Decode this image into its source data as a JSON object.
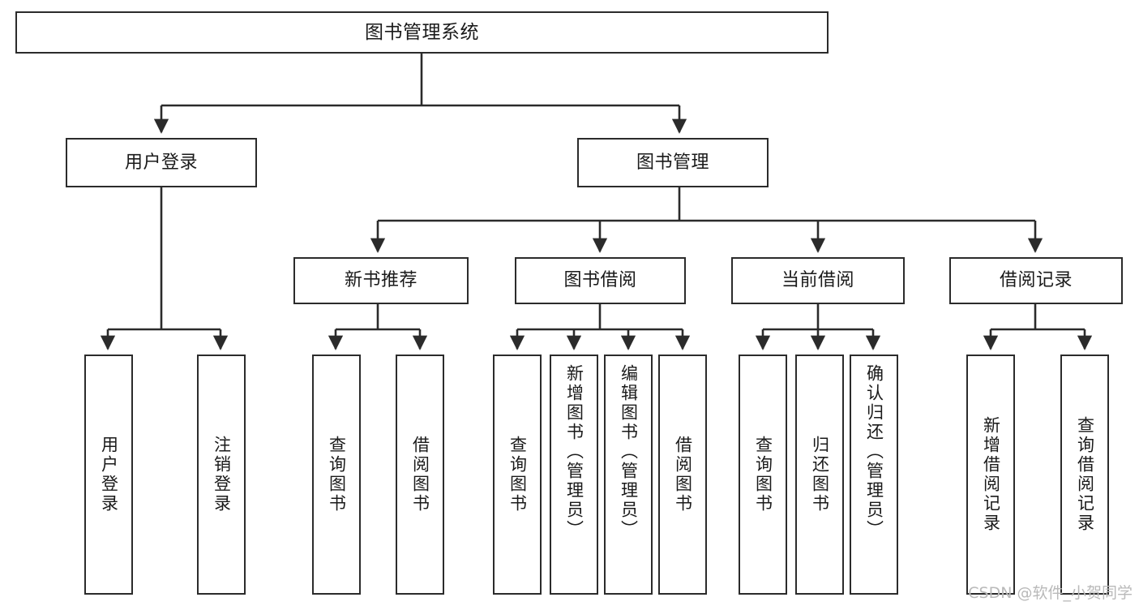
{
  "diagram": {
    "title": "图书管理系统",
    "type": "tree-hierarchy",
    "orientation": "top-down",
    "line_color": "#2b2b2b",
    "box_fill": "#ffffff",
    "text_color": "#1a1a1a"
  },
  "watermark": {
    "text": "CSDN @软件_小贺同学",
    "color": "#b9b9b9"
  },
  "nodes": {
    "root": {
      "label": "图书管理系统"
    },
    "level2": [
      {
        "label": "用户登录"
      },
      {
        "label": "图书管理"
      }
    ],
    "level3": [
      {
        "label": "新书推荐"
      },
      {
        "label": "图书借阅"
      },
      {
        "label": "当前借阅"
      },
      {
        "label": "借阅记录"
      }
    ],
    "leaves": {
      "user_login": [
        {
          "label": "用户登录"
        },
        {
          "label": "注销登录"
        }
      ],
      "new_book": [
        {
          "label": "查询图书"
        },
        {
          "label": "借阅图书"
        }
      ],
      "book_borrow": [
        {
          "label": "查询图书"
        },
        {
          "label": "新增图书（管理员）"
        },
        {
          "label": "编辑图书（管理员）"
        },
        {
          "label": "借阅图书"
        }
      ],
      "current_borrow": [
        {
          "label": "查询图书"
        },
        {
          "label": "归还图书"
        },
        {
          "label": "确认归还（管理员）"
        }
      ],
      "borrow_record": [
        {
          "label": "新增借阅记录"
        },
        {
          "label": "查询借阅记录"
        }
      ]
    }
  }
}
